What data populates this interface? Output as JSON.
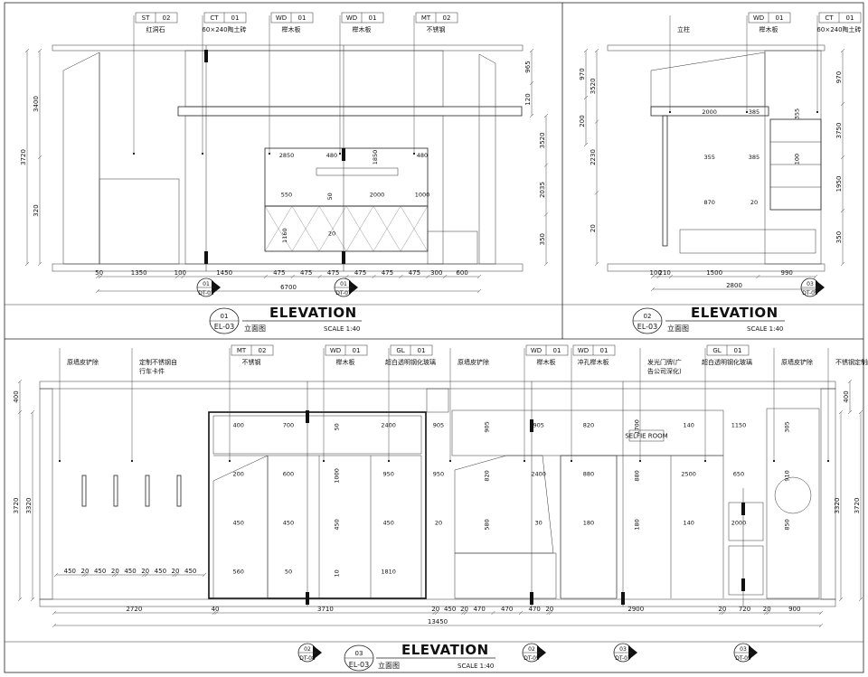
{
  "views": [
    {
      "id": "view-01",
      "num": "01",
      "sheet": "EL-03",
      "title_cn": "立面图",
      "title_en": "ELEVATION",
      "scale": "SCALE 1:40",
      "tags": [
        {
          "code": "ST",
          "num": "02",
          "desc": "红洞石"
        },
        {
          "code": "CT",
          "num": "01",
          "desc": "60×240陶土砖"
        },
        {
          "code": "WD",
          "num": "01",
          "desc": "榉木板"
        },
        {
          "code": "WD",
          "num": "01",
          "desc": "榉木板"
        },
        {
          "code": "MT",
          "num": "02",
          "desc": "不锈钢"
        }
      ],
      "dims_bottom": [
        "50",
        "1350",
        "100",
        "1450",
        "475",
        "475",
        "475",
        "475",
        "475",
        "475",
        "300",
        "600"
      ],
      "dim_total": "6700",
      "dims_left": [
        "3720",
        "3400",
        "320"
      ],
      "dims_right": [
        "965",
        "120",
        "3520",
        "2035",
        "350"
      ],
      "dims_inner": [
        "2850",
        "480",
        "1850",
        "480",
        "550",
        "50",
        "2000",
        "1000",
        "1160",
        "20"
      ],
      "section_marks": [
        {
          "num": "01",
          "ref": "DT-01"
        },
        {
          "num": "01",
          "ref": "DT-07"
        }
      ]
    },
    {
      "id": "view-02",
      "num": "02",
      "sheet": "EL-03",
      "title_cn": "立面图",
      "title_en": "ELEVATION",
      "scale": "SCALE 1:40",
      "tags": [
        {
          "code": "",
          "num": "",
          "desc": "立柱"
        },
        {
          "code": "WD",
          "num": "01",
          "desc": "榉木板"
        },
        {
          "code": "CT",
          "num": "01",
          "desc": "60×240陶土砖"
        }
      ],
      "dims_bottom": [
        "100",
        "210",
        "1500",
        "990"
      ],
      "dim_total": "2800",
      "dims_left": [
        "970",
        "200",
        "3520",
        "2230",
        "20"
      ],
      "dims_right": [
        "970",
        "3750",
        "1950",
        "350"
      ],
      "dims_inner": [
        "2000",
        "385",
        "355",
        "355",
        "385",
        "100",
        "870",
        "20"
      ],
      "section_marks": [
        {
          "num": "03",
          "ref": "DT-05"
        }
      ]
    },
    {
      "id": "view-03",
      "num": "03",
      "sheet": "EL-03",
      "title_cn": "立面图",
      "title_en": "ELEVATION",
      "scale": "SCALE 1:40",
      "tags": [
        {
          "code": "",
          "num": "",
          "desc": "原墙皮铲除"
        },
        {
          "code": "",
          "num": "",
          "desc": "定制不锈钢自行车卡件"
        },
        {
          "code": "MT",
          "num": "02",
          "desc": "不锈钢"
        },
        {
          "code": "WD",
          "num": "01",
          "desc": "榉木板"
        },
        {
          "code": "GL",
          "num": "01",
          "desc": "超白透明钢化玻璃"
        },
        {
          "code": "",
          "num": "",
          "desc": "原墙皮铲除"
        },
        {
          "code": "WD",
          "num": "01",
          "desc": "榉木板"
        },
        {
          "code": "WD",
          "num": "01",
          "desc": "冲孔榉木板"
        },
        {
          "code": "",
          "num": "",
          "desc": "发光门牌(广告公司深化)"
        },
        {
          "code": "GL",
          "num": "01",
          "desc": "超白透明钢化玻璃"
        },
        {
          "code": "",
          "num": "",
          "desc": "原墙皮铲除"
        },
        {
          "code": "",
          "num": "",
          "desc": "不锈钢定制门"
        }
      ],
      "dims_bottom": [
        "2720",
        "40",
        "3710",
        "20",
        "450",
        "20",
        "470",
        "470",
        "470",
        "20",
        "2900",
        "20",
        "720",
        "20",
        "900"
      ],
      "dim_total": "13450",
      "dims_left": [
        "400",
        "3720",
        "3320"
      ],
      "dims_right": [
        "400",
        "3720",
        "3320"
      ],
      "dims_inner": [
        "400",
        "700",
        "50",
        "2400",
        "905",
        "905",
        "905",
        "820",
        "1700",
        "140",
        "1150",
        "305",
        "200",
        "600",
        "1000",
        "950",
        "950",
        "820",
        "2400",
        "880",
        "880",
        "2500",
        "650",
        "910",
        "450",
        "450",
        "450",
        "450",
        "20",
        "580",
        "30",
        "180",
        "180",
        "140",
        "2000",
        "850",
        "560",
        "50",
        "10",
        "1810"
      ],
      "bike_dims": [
        "450",
        "20",
        "450",
        "20",
        "450",
        "20",
        "450",
        "20",
        "450"
      ],
      "door_sign": "SELFIE ROOM",
      "section_marks": [
        {
          "num": "02",
          "ref": "DT-08"
        },
        {
          "num": "02",
          "ref": "DT-05"
        },
        {
          "num": "03",
          "ref": "DT-07"
        },
        {
          "num": "03",
          "ref": "DT-05"
        }
      ]
    }
  ]
}
